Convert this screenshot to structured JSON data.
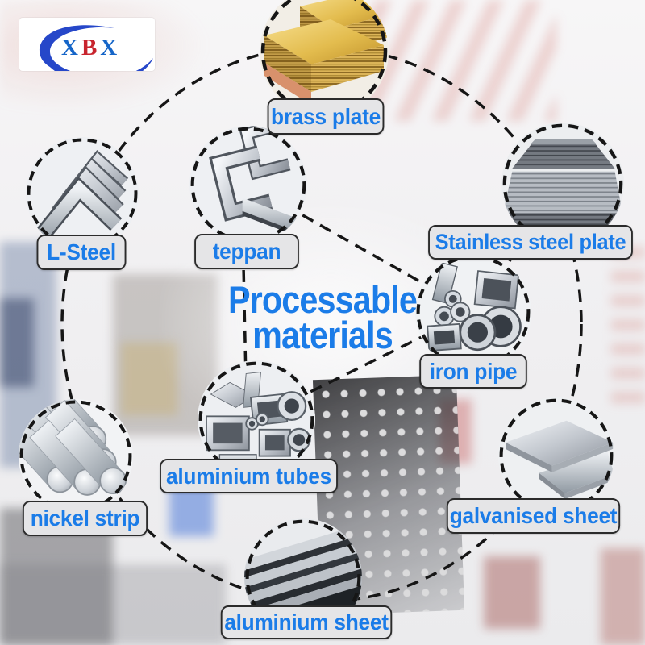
{
  "page": {
    "kind": "processable-materials-infographic"
  },
  "logo": {
    "brand": "XBX",
    "l1": "X",
    "l2": "B",
    "l3": "X"
  },
  "title": {
    "line1": "Processable",
    "line2": "materials"
  },
  "nodes": [
    {
      "id": "brass-plate",
      "label": "brass plate",
      "photo": "stacked brass sheets"
    },
    {
      "id": "l-steel",
      "label": "L-Steel",
      "photo": "angle steel profiles"
    },
    {
      "id": "teppan",
      "label": "teppan",
      "photo": "steel channel profiles"
    },
    {
      "id": "stainless-steel-plate",
      "label": "Stainless steel plate",
      "photo": "stacked steel plates"
    },
    {
      "id": "iron-pipe",
      "label": "iron pipe",
      "photo": "round and square steel pipes"
    },
    {
      "id": "aluminium-tubes",
      "label": "aluminium tubes",
      "photo": "aluminium tube profiles"
    },
    {
      "id": "nickel-strip",
      "label": "nickel strip",
      "photo": "round metal bars"
    },
    {
      "id": "galvanised-sheet",
      "label": "galvanised sheet",
      "photo": "flat galvanised sheets"
    },
    {
      "id": "aluminium-sheet",
      "label": "aluminium sheet",
      "photo": "stacked aluminium sheets"
    }
  ],
  "colors": {
    "label_text": "#1b7ce8",
    "title_text": "#1b7ce8",
    "label_bg": "#e5e5e7",
    "label_border": "#2b2b2b",
    "dash_line": "#161616",
    "logo_blue": "#2647c9",
    "logo_letter_blue": "#1565c8",
    "logo_letter_red": "#c8242e",
    "brass": "#e3bc4e"
  }
}
